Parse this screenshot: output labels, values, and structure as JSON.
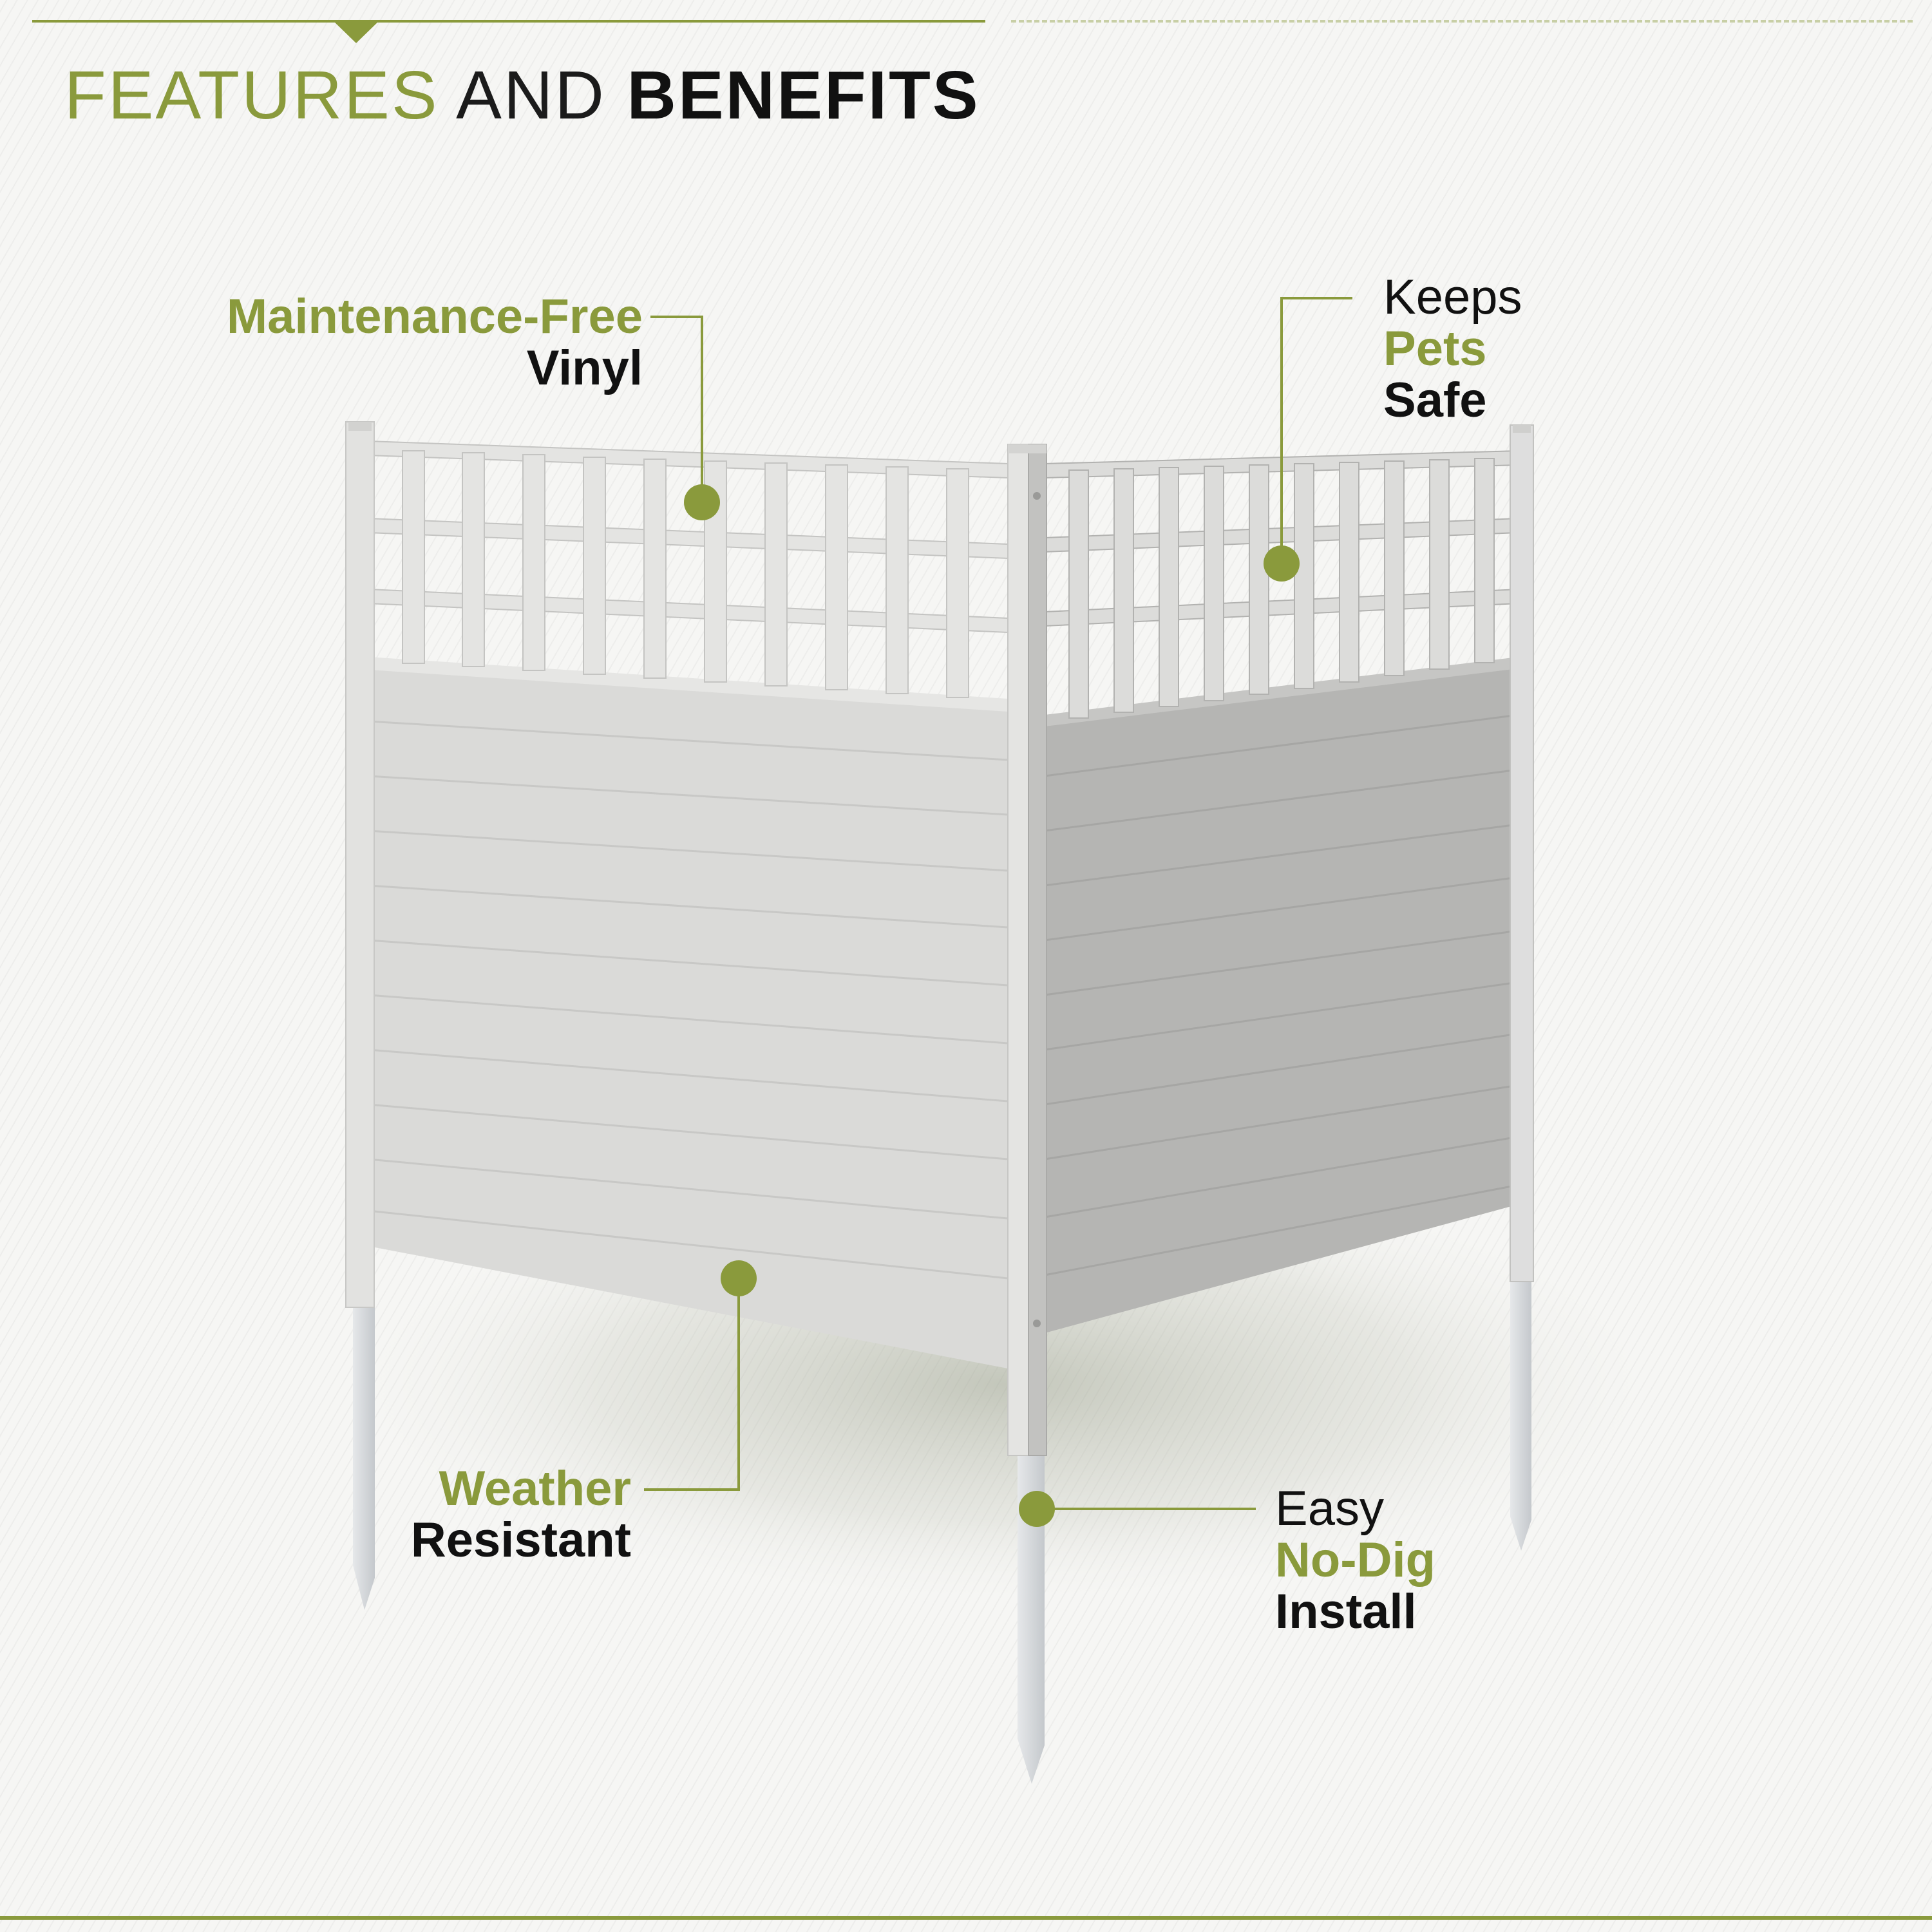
{
  "header": {
    "title_word1": "FEATURES",
    "title_word2": "AND",
    "title_word3": "BENEFITS"
  },
  "colors": {
    "accent": "#8a9a3c",
    "text_dark": "#111111",
    "vinyl_front": "#dadad8",
    "vinyl_side": "#b5b5b3"
  },
  "callouts": {
    "maintenance": {
      "line1": "Maintenance-Free",
      "line2": "Vinyl"
    },
    "pets": {
      "line1": "Keeps",
      "line2": "Pets",
      "line3": "Safe"
    },
    "weather": {
      "line1": "Weather",
      "line2": "Resistant"
    },
    "install": {
      "line1": "Easy",
      "line2": "No-Dig",
      "line3": "Install"
    }
  }
}
